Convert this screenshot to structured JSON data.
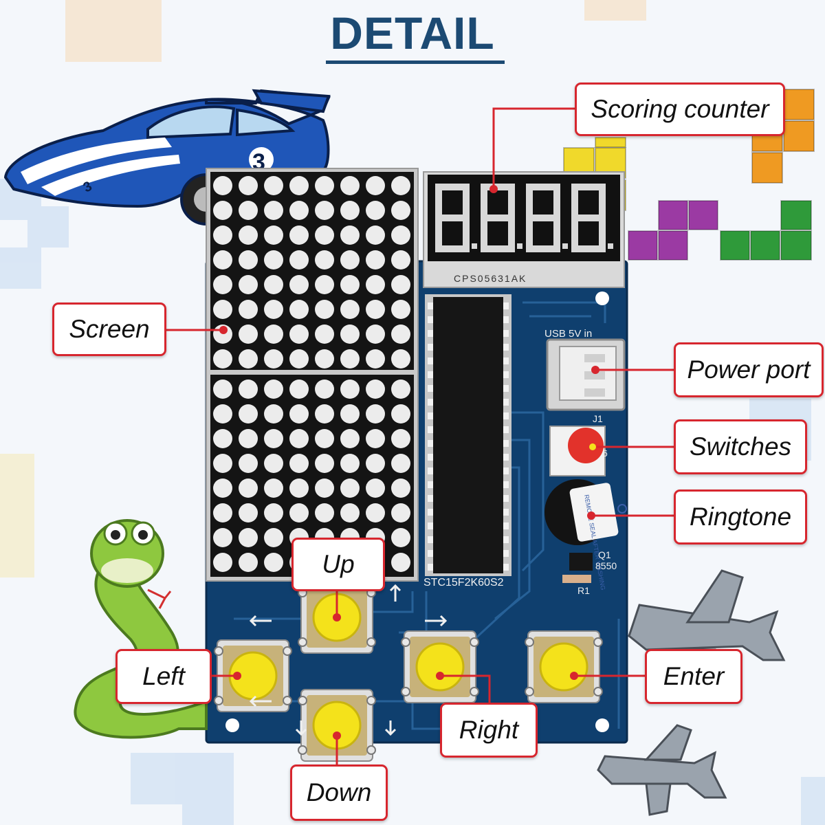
{
  "title": "DETAIL",
  "colors": {
    "title": "#1c4a73",
    "label_border": "#d7262e",
    "leader_line": "#d7262e",
    "pcb": "#0f3f6e",
    "button_cap": "#f4e21b",
    "switch_cap": "#e2322b"
  },
  "labels": {
    "scoring_counter": "Scoring counter",
    "screen": "Screen",
    "power_port": "Power port",
    "switches": "Switches",
    "ringtone": "Ringtone",
    "up": "Up",
    "left": "Left",
    "right": "Right",
    "down": "Down",
    "enter": "Enter"
  },
  "board_silkscreen": {
    "display_chip": "CPS05631AK",
    "usb": "USB  5V  in",
    "usb_ref": "J1",
    "mcu": "STC15F2K60S2",
    "transistor": "Q1",
    "transistor_part": "8550",
    "resistor": "R1",
    "switch_ref": "6",
    "buzzer_sticker": "REMOVE SEAL AFTER WASHING",
    "car_number": "3",
    "car_side_number": "3"
  },
  "icons": {
    "car": "race-car-icon",
    "snake": "snake-icon",
    "jet": "fighter-jet-icon",
    "blocks": "tetromino-icon"
  }
}
